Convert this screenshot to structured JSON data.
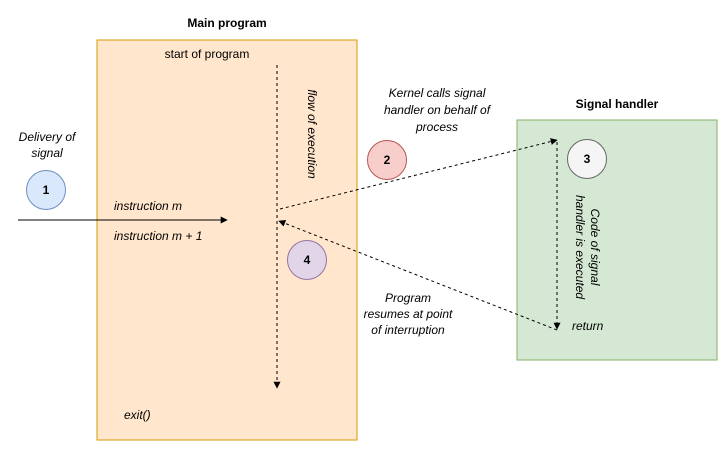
{
  "main_program": {
    "title": "Main program",
    "start_label": "start of program",
    "flow_label": "flow of execution",
    "instruction_m": "instruction m",
    "instruction_m1": "instruction m + 1",
    "exit_label": "exit()",
    "fill": "#ffe6cc",
    "stroke": "#d79b00"
  },
  "signal_handler": {
    "title": "Signal handler",
    "code_label_line1": "Code of signal",
    "code_label_line2": "handler is executed",
    "return_label": "return",
    "fill": "#d5e8d4",
    "stroke": "#82b366"
  },
  "steps": [
    {
      "number": "1",
      "fill": "#dae8fc",
      "stroke": "#6c8ebf"
    },
    {
      "number": "2",
      "fill": "#f8cecc",
      "stroke": "#b85450"
    },
    {
      "number": "3",
      "fill": "#f5f5f5",
      "stroke": "#666666"
    },
    {
      "number": "4",
      "fill": "#e1d5e7",
      "stroke": "#9673a6"
    }
  ],
  "annotations": {
    "delivery_line1": "Delivery of",
    "delivery_line2": "signal",
    "kernel_line1": "Kernel calls signal",
    "kernel_line2": "handler on behalf of",
    "kernel_line3": "process",
    "resume_line1": "Program",
    "resume_line2": "resumes at point",
    "resume_line3": "of interruption"
  }
}
